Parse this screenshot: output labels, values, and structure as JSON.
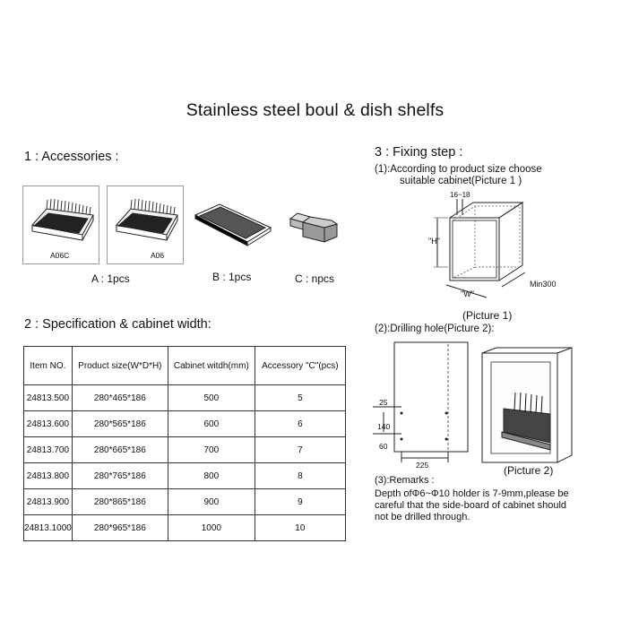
{
  "title": "Stainless steel boul & dish shelfs",
  "accessories": {
    "heading": "1 : Accessories :",
    "model_a1": "A06C",
    "model_a2": "A06",
    "label_a": "A : 1pcs",
    "label_b": "B : 1pcs",
    "label_c": "C : npcs"
  },
  "spec": {
    "heading": "2 : Specification & cabinet width:",
    "headers": [
      "Item NO.",
      "Product size(W*D*H)",
      "Cabinet witdh(mm)",
      "Accessory \"C\"(pcs)"
    ],
    "rows": [
      [
        "24813.500",
        "280*465*186",
        "500",
        "5"
      ],
      [
        "24813.600",
        "280*565*186",
        "600",
        "6"
      ],
      [
        "24813.700",
        "280*665*186",
        "700",
        "7"
      ],
      [
        "24813.800",
        "280*765*186",
        "800",
        "8"
      ],
      [
        "24813.900",
        "280*865*186",
        "900",
        "9"
      ],
      [
        "24813.1000",
        "280*965*186",
        "1000",
        "10"
      ]
    ]
  },
  "fixing": {
    "heading": "3 : Fixing step :",
    "step1_line1": "(1):According to product size choose",
    "step1_line2": "suitable cabinet(Picture 1 )",
    "pic1": {
      "dim_top": "16~18",
      "dim_h": "\"H\"",
      "dim_w": "\"W\"",
      "dim_min": "Min300",
      "caption": "(Picture 1)"
    },
    "step2": "(2):Drilling hole(Picture 2):",
    "drill": {
      "d25": "25",
      "d140": "140",
      "d60": "60",
      "d225": "225"
    },
    "pic2_caption": "(Picture 2)",
    "remarks_head": "(3):Remarks :",
    "remarks_line1": "Depth ofΦ6~Φ10 holder is 7-9mm,please be",
    "remarks_line2": "careful that the side-board of cabinet should",
    "remarks_line3": "not be drilled through."
  }
}
